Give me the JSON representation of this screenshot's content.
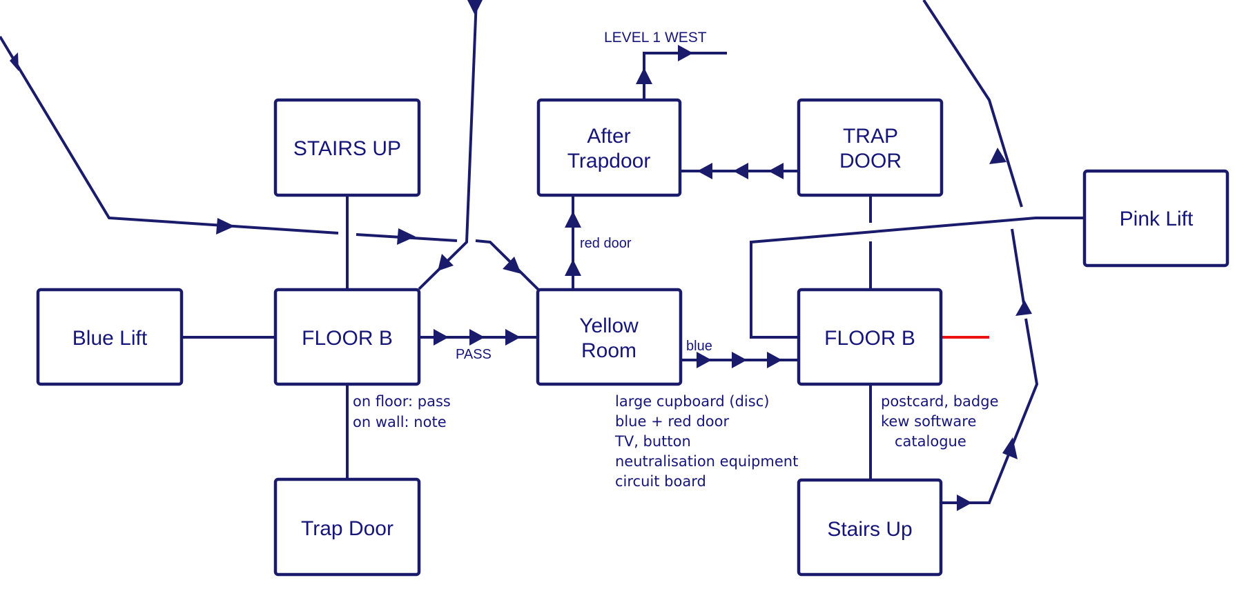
{
  "diagram": {
    "title_label": "LEVEL 1 WEST",
    "colors": {
      "line": "#1b1b6b",
      "text": "#15157a",
      "highlight_edge": "#ee1111"
    },
    "nodes": {
      "stairs_up_top": {
        "label": "STAIRS UP"
      },
      "after_trapdoor": {
        "label_line1": "After",
        "label_line2": "Trapdoor"
      },
      "trap_door_top": {
        "label_line1": "TRAP",
        "label_line2": "DOOR"
      },
      "pink_lift": {
        "label": "Pink Lift"
      },
      "blue_lift": {
        "label": "Blue Lift"
      },
      "floor_b_left": {
        "label": "FLOOR B"
      },
      "yellow_room": {
        "label_line1": "Yellow",
        "label_line2": "Room"
      },
      "floor_b_right": {
        "label": "FLOOR B"
      },
      "trap_door_bottom": {
        "label": "Trap Door"
      },
      "stairs_up_bottom": {
        "label": "Stairs Up"
      }
    },
    "edge_labels": {
      "pass": "PASS",
      "red_door": "red door",
      "blue": "blue"
    },
    "notes": {
      "floor_b_left": [
        "on floor: pass",
        "on wall: note"
      ],
      "yellow_room": [
        "large cupboard (disc)",
        "blue + red door",
        "TV, button",
        "neutralisation equipment",
        "circuit board"
      ],
      "floor_b_right": [
        "postcard, badge",
        "kew software",
        "catalogue"
      ]
    }
  }
}
